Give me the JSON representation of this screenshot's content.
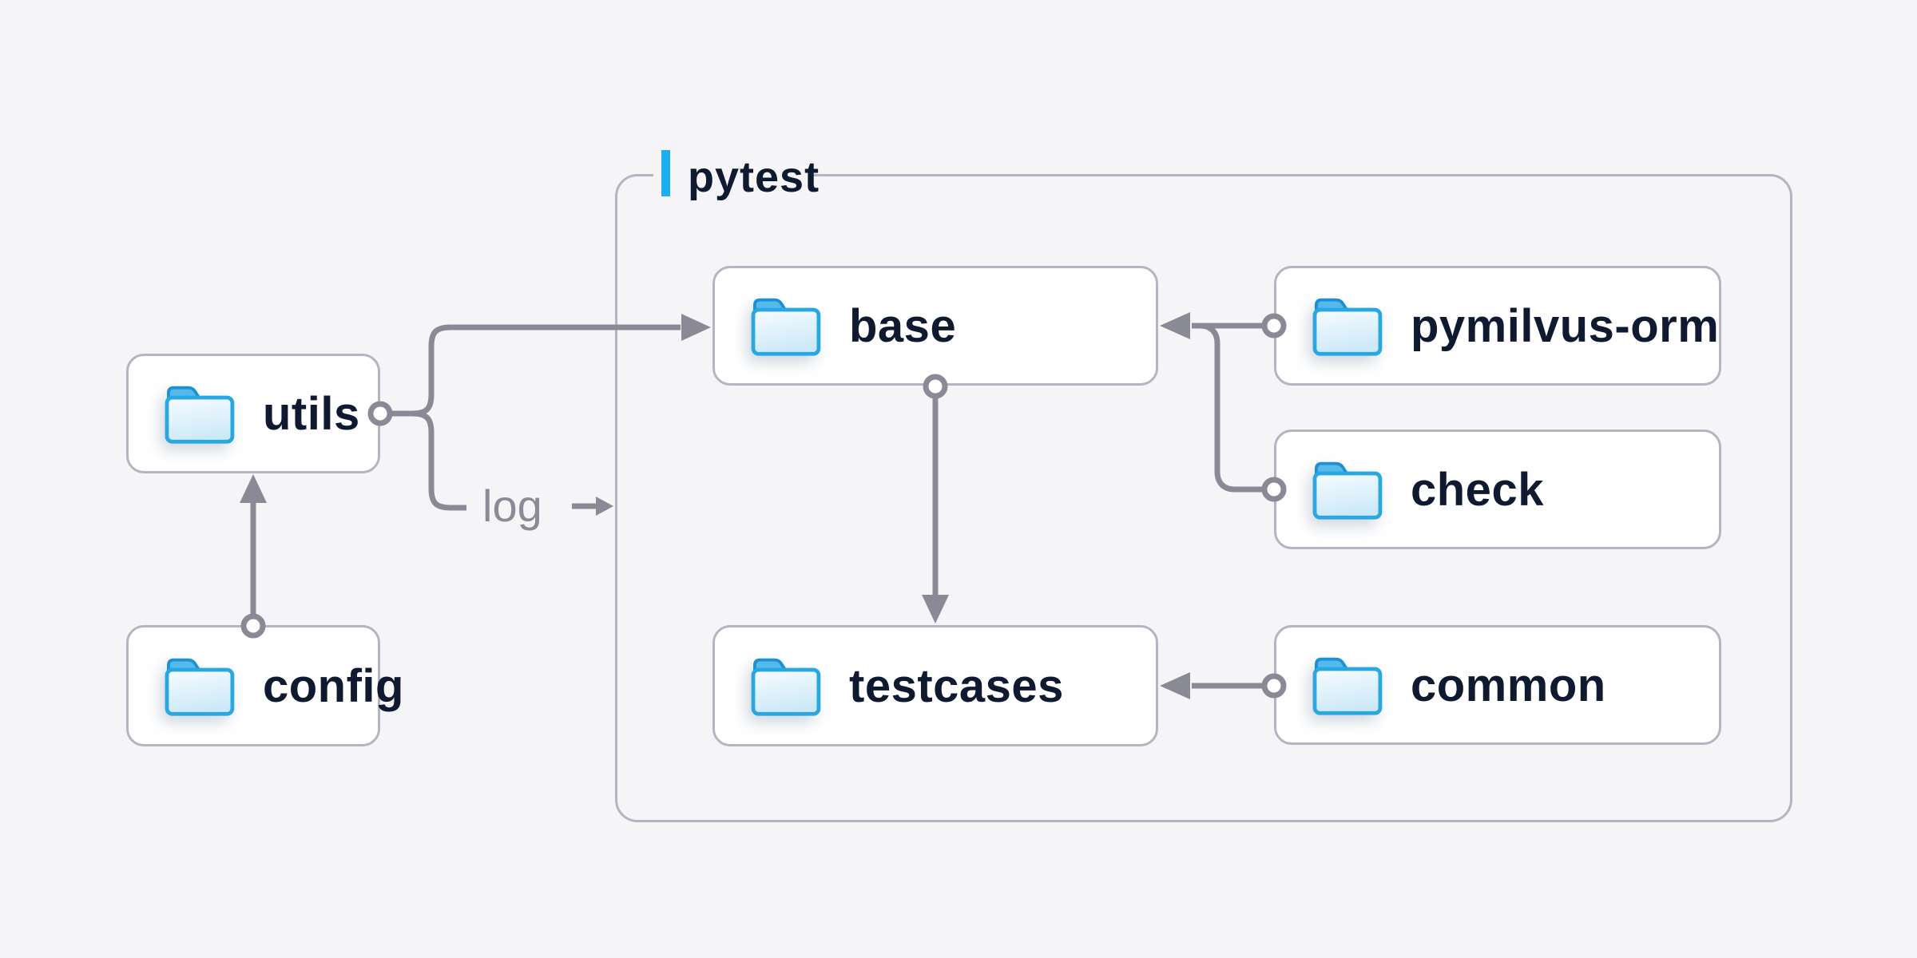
{
  "diagram": {
    "container_label": "pytest",
    "log_label": "log",
    "nodes": {
      "utils": {
        "label": "utils"
      },
      "config": {
        "label": "config"
      },
      "base": {
        "label": "base"
      },
      "pymilvus_orm": {
        "label": "pymilvus-orm"
      },
      "check": {
        "label": "check"
      },
      "testcases": {
        "label": "testcases"
      },
      "common": {
        "label": "common"
      }
    },
    "edges": [
      {
        "from": "config",
        "to": "utils",
        "type": "arrow"
      },
      {
        "from": "utils",
        "to": "base",
        "type": "arrow"
      },
      {
        "from": "utils",
        "to": "log",
        "type": "labeled-arrow"
      },
      {
        "from": "base",
        "to": "testcases",
        "type": "arrow"
      },
      {
        "from": "pymilvus-orm",
        "to": "base",
        "type": "arrow"
      },
      {
        "from": "check",
        "to": "base",
        "type": "arrow"
      },
      {
        "from": "common",
        "to": "testcases",
        "type": "arrow"
      }
    ],
    "colors": {
      "background": "#f5f5f7",
      "accent_blue": "#1daef2",
      "folder_blue": "#28a7e1",
      "connector_gray": "#8a8a96",
      "box_border": "#b4b4c3",
      "text_navy": "#0f1a31",
      "log_gray": "#8b8b95"
    }
  }
}
